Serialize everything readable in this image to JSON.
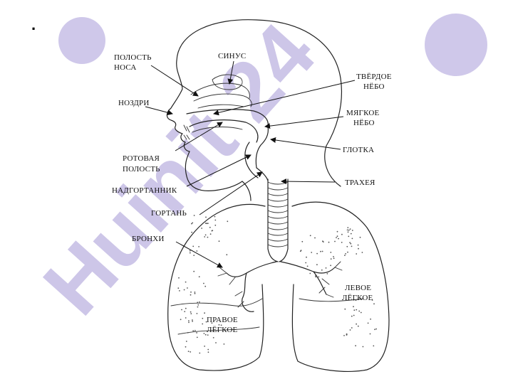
{
  "slide": {
    "bullet": "."
  },
  "watermark": {
    "text": "Huinit 24",
    "color": "#c9c1e6"
  },
  "diagram": {
    "labels": {
      "nasal_cavity_line1": "ПОЛОСТЬ",
      "nasal_cavity_line2": "НОСА",
      "sinus": "СИНУС",
      "hard_palate_line1": "ТВЁРДОЕ",
      "hard_palate_line2": "НЁБО",
      "nostrils": "НОЗДРИ",
      "soft_palate_line1": "МЯГКОЕ",
      "soft_palate_line2": "НЁБО",
      "pharynx": "ГЛОТКА",
      "oral_cavity_line1": "РОТОВАЯ",
      "oral_cavity_line2": "ПОЛОСТЬ",
      "trachea": "ТРАХЕЯ",
      "epiglottis": "НАДГОРТАННИК",
      "larynx": "ГОРТАНЬ",
      "bronchi": "БРОНХИ",
      "left_lung_line1": "ЛЕВОЕ",
      "left_lung_line2": "ЛЁГКОЕ",
      "right_lung_line1": "ПРАВОЕ",
      "right_lung_line2": "ЛЁГКОЕ"
    }
  }
}
